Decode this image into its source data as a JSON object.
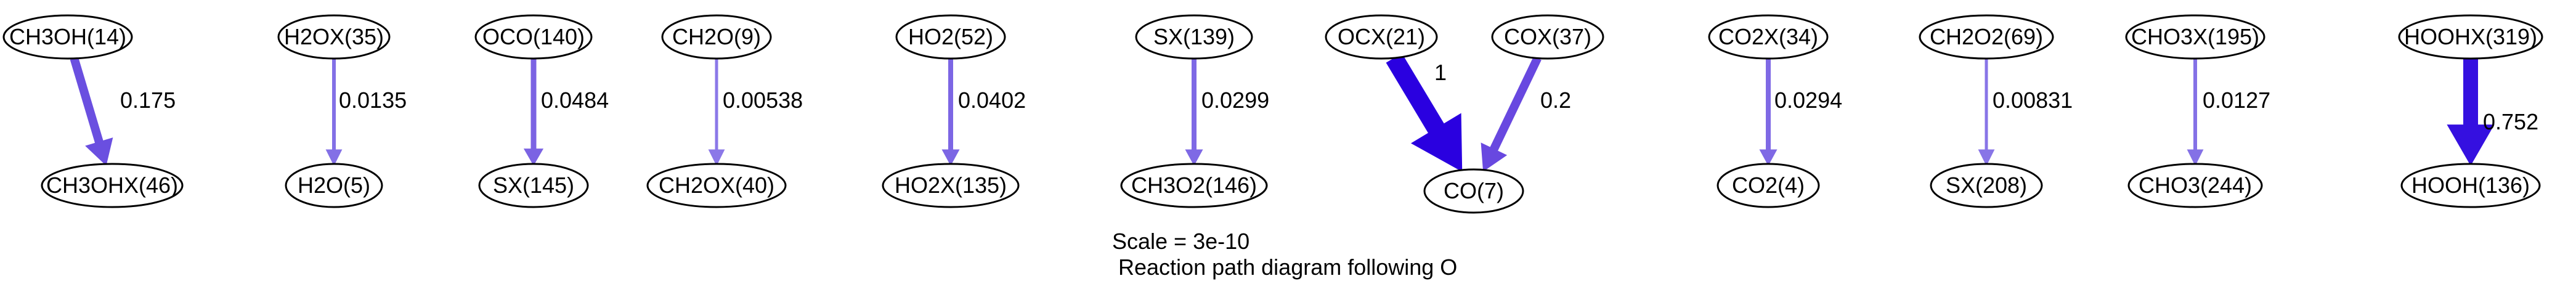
{
  "nodes": [
    {
      "id": "ch3oh",
      "label": "CH3OH(14)"
    },
    {
      "id": "ch3ohx",
      "label": "CH3OHX(46)"
    },
    {
      "id": "h2ox",
      "label": "H2OX(35)"
    },
    {
      "id": "h2o",
      "label": "H2O(5)"
    },
    {
      "id": "oco",
      "label": "OCO(140)"
    },
    {
      "id": "sx145",
      "label": "SX(145)"
    },
    {
      "id": "ch2o",
      "label": "CH2O(9)"
    },
    {
      "id": "ch2ox",
      "label": "CH2OX(40)"
    },
    {
      "id": "ho2",
      "label": "HO2(52)"
    },
    {
      "id": "ho2x",
      "label": "HO2X(135)"
    },
    {
      "id": "sx139",
      "label": "SX(139)"
    },
    {
      "id": "ch3o2",
      "label": "CH3O2(146)"
    },
    {
      "id": "ocx",
      "label": "OCX(21)"
    },
    {
      "id": "cox",
      "label": "COX(37)"
    },
    {
      "id": "co",
      "label": "CO(7)"
    },
    {
      "id": "co2x",
      "label": "CO2X(34)"
    },
    {
      "id": "co2",
      "label": "CO2(4)"
    },
    {
      "id": "ch2o2",
      "label": "CH2O2(69)"
    },
    {
      "id": "sx208",
      "label": "SX(208)"
    },
    {
      "id": "cho3x",
      "label": "CHO3X(195)"
    },
    {
      "id": "cho3",
      "label": "CHO3(244)"
    },
    {
      "id": "hoohx",
      "label": "HOOHX(319)"
    },
    {
      "id": "hooh",
      "label": "HOOH(136)"
    }
  ],
  "edges": [
    {
      "from": "ch3oh",
      "to": "ch3ohx",
      "label": "0.175",
      "color": "#6a4fe0"
    },
    {
      "from": "h2ox",
      "to": "h2o",
      "label": "0.0135",
      "color": "#8370e6"
    },
    {
      "from": "oco",
      "to": "sx145",
      "label": "0.0484",
      "color": "#7b63e3"
    },
    {
      "from": "ch2o",
      "to": "ch2ox",
      "label": "0.00538",
      "color": "#8b78e8"
    },
    {
      "from": "ho2",
      "to": "ho2x",
      "label": "0.0402",
      "color": "#7c66e4"
    },
    {
      "from": "sx139",
      "to": "ch3o2",
      "label": "0.0299",
      "color": "#7e69e5"
    },
    {
      "from": "ocx",
      "to": "co",
      "label": "1",
      "color": "#2a00e0"
    },
    {
      "from": "cox",
      "to": "co",
      "label": "0.2",
      "color": "#6848e0"
    },
    {
      "from": "co2x",
      "to": "co2",
      "label": "0.0294",
      "color": "#7f69e5"
    },
    {
      "from": "ch2o2",
      "to": "sx208",
      "label": "0.00831",
      "color": "#8875e7"
    },
    {
      "from": "cho3x",
      "to": "cho3",
      "label": "0.0127",
      "color": "#8471e6"
    },
    {
      "from": "hoohx",
      "to": "hooh",
      "label": "0.752",
      "color": "#3510e0"
    }
  ],
  "caption": {
    "scale": "Scale = 3e-10",
    "title": " Reaction path diagram following O"
  }
}
